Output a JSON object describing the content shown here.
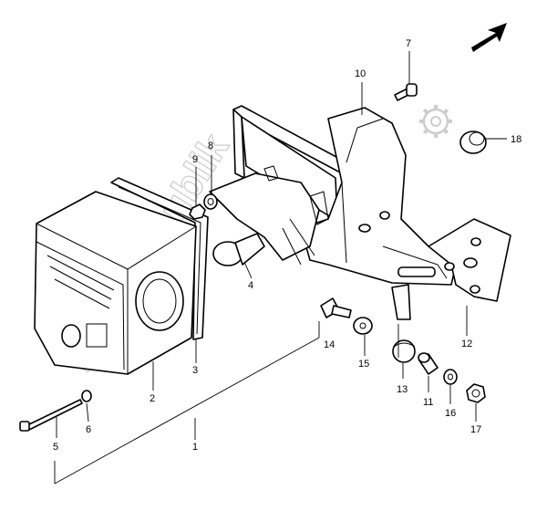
{
  "diagram": {
    "callouts": [
      {
        "id": "1",
        "label": "1"
      },
      {
        "id": "2",
        "label": "2"
      },
      {
        "id": "3",
        "label": "3"
      },
      {
        "id": "4",
        "label": "4"
      },
      {
        "id": "5",
        "label": "5"
      },
      {
        "id": "6",
        "label": "6"
      },
      {
        "id": "7",
        "label": "7"
      },
      {
        "id": "8",
        "label": "8"
      },
      {
        "id": "9",
        "label": "9"
      },
      {
        "id": "10",
        "label": "10"
      },
      {
        "id": "11",
        "label": "11"
      },
      {
        "id": "12",
        "label": "12"
      },
      {
        "id": "13",
        "label": "13"
      },
      {
        "id": "14",
        "label": "14"
      },
      {
        "id": "15",
        "label": "15"
      },
      {
        "id": "16",
        "label": "16"
      },
      {
        "id": "17",
        "label": "17"
      },
      {
        "id": "18",
        "label": "18"
      }
    ],
    "watermark": "PartsRepublik",
    "icons": {
      "direction": "front-arrow-icon",
      "logo": "gear-icon"
    }
  }
}
